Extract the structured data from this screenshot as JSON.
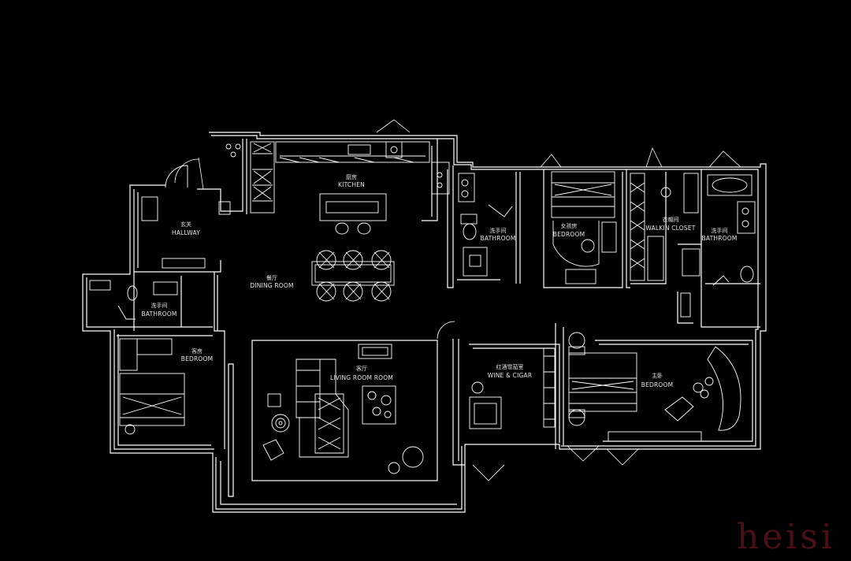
{
  "rooms": [
    {
      "id": "kitchen",
      "cn": "厨房",
      "en": "KITCHEN"
    },
    {
      "id": "hallway",
      "cn": "玄关",
      "en": "HALLWAY"
    },
    {
      "id": "dining",
      "cn": "餐厅",
      "en": "DINING ROOM"
    },
    {
      "id": "bath1",
      "cn": "洗手间",
      "en": "BATHROOM"
    },
    {
      "id": "bedroom_guest",
      "cn": "客房",
      "en": "BEDROOM"
    },
    {
      "id": "living",
      "cn": "客厅",
      "en": "LIVING ROOM ROOM"
    },
    {
      "id": "bath_center",
      "cn": "洗手间",
      "en": "BATHROOM"
    },
    {
      "id": "bedroom_girl",
      "cn": "女孩房",
      "en": "BEDROOM"
    },
    {
      "id": "closet",
      "cn": "衣帽间",
      "en": "WALKIN CLOSET"
    },
    {
      "id": "bath_master",
      "cn": "洗手间",
      "en": "BATHROOM"
    },
    {
      "id": "wine",
      "cn": "红酒雪茄室",
      "en": "WINE & CIGAR"
    },
    {
      "id": "master",
      "cn": "主卧",
      "en": "BEDROOM"
    }
  ],
  "watermark": "heisi",
  "colors": {
    "line": "#ffffff",
    "background": "#000000",
    "watermark": "#4a1018"
  }
}
